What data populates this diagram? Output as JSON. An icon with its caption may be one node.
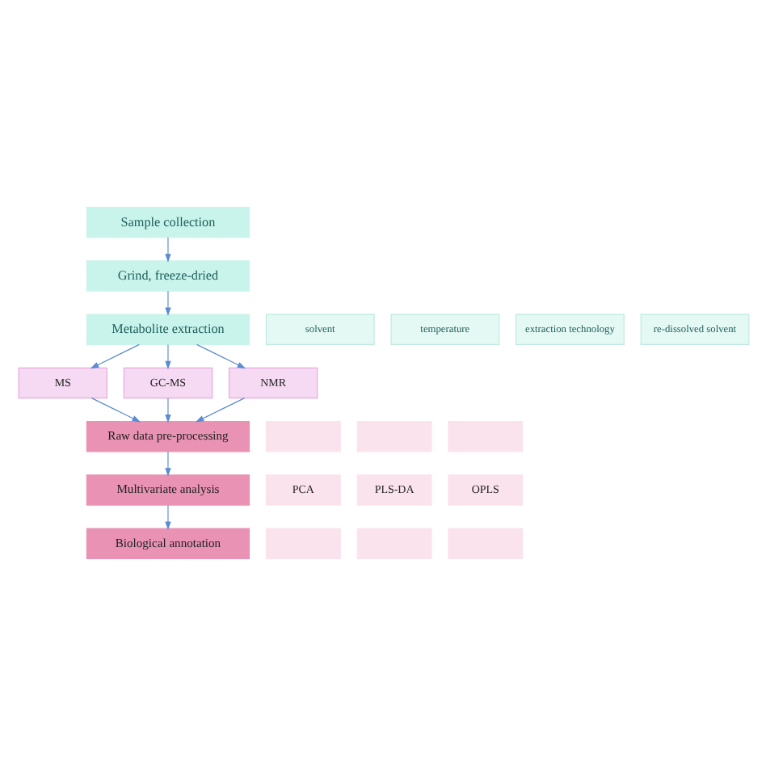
{
  "diagram": {
    "nodes": [
      {
        "text": [
          "Sample collection"
        ]
      },
      {
        "text": [
          "Grind, freeze-dried"
        ]
      },
      {
        "text": [
          "Metabolite extraction"
        ]
      },
      {
        "text": [
          "solvent"
        ]
      },
      {
        "text": [
          "temperature"
        ]
      },
      {
        "text": [
          "extraction technology"
        ]
      },
      {
        "text": [
          "re-dissolved solvent"
        ]
      },
      {
        "text": [
          "MS"
        ]
      },
      {
        "text": [
          "GC-MS"
        ]
      },
      {
        "text": [
          "NMR"
        ]
      },
      {
        "text": [
          "Raw data pre-processing"
        ]
      },
      {
        "text": [
          "Multivariate analysis"
        ]
      },
      {
        "text": [
          "Biological annotation"
        ]
      },
      {
        "text": [],
        "shape": "box"
      },
      {
        "text": [],
        "shape": "box"
      },
      {
        "text": [],
        "shape": "box"
      },
      {
        "text": [
          "PCA"
        ]
      },
      {
        "text": [
          "PLS-DA"
        ]
      },
      {
        "text": [
          "OPLS"
        ]
      },
      {
        "text": [],
        "shape": "box"
      },
      {
        "text": [],
        "shape": "box"
      },
      {
        "text": [],
        "shape": "box"
      }
    ],
    "edges": [
      {
        "from": 0,
        "to": 1,
        "arrow": "to"
      },
      {
        "from": 1,
        "to": 2,
        "arrow": "to"
      },
      {
        "from": 2,
        "to": 7,
        "arrow": "to"
      },
      {
        "from": 2,
        "to": 8,
        "arrow": "to"
      },
      {
        "from": 2,
        "to": 9,
        "arrow": "to"
      },
      {
        "from": 7,
        "to": 10,
        "arrow": "to"
      },
      {
        "from": 8,
        "to": 10,
        "arrow": "to"
      },
      {
        "from": 9,
        "to": 10,
        "arrow": "to"
      },
      {
        "from": 10,
        "to": 11,
        "arrow": "to"
      },
      {
        "from": 11,
        "to": 12,
        "arrow": "to"
      }
    ]
  }
}
